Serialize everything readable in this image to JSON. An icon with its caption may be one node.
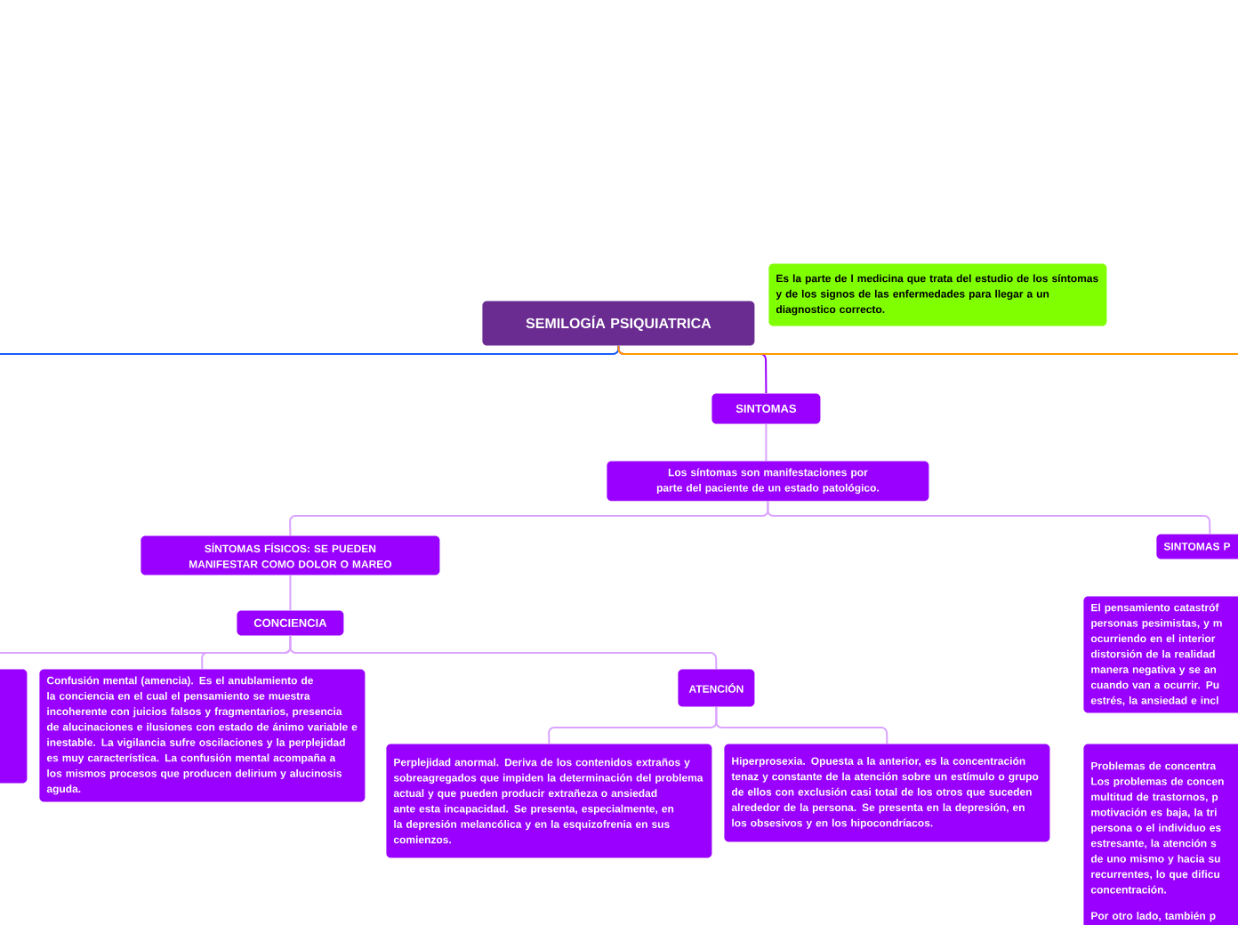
{
  "diagram": {
    "nodes": [
      {
        "text": [
          "SEMILOGÍA PSIQUIATRICA"
        ]
      },
      {
        "text": [
          "Es la parte de l medicina que trata del estudio de los síntomas y de los signos de las enfermedades para llegar a un diagnostico correcto."
        ]
      },
      {
        "text": [
          "SINTOMAS"
        ]
      },
      {
        "text": [
          "Los síntomas son manifestaciones por parte del paciente de un estado patológico."
        ]
      },
      {
        "text": [
          "SÍNTOMAS FÍSICOS: SE PUEDEN MANIFESTAR COMO DOLOR O MAREO"
        ]
      },
      {
        "text": [
          "SINTOMAS P"
        ]
      },
      {
        "text": [
          "CONCIENCIA"
        ]
      },
      {
        "text": [],
        "shape": "box"
      },
      {
        "text": [
          "Confusión mental (amencia). Es el anublamiento de la conciencia en el cual el pensamiento se muestra incoherente con juicios falsos y fragmentarios, presencia de alucinaciones e ilusiones con estado de ánimo variable e inestable. La vigilancia sufre oscilaciones y la perplejidad es muy característica. La confusión mental acompaña a los mismos procesos que producen delirium y alucinosis aguda."
        ]
      },
      {
        "text": [
          "ATENCIÓN"
        ]
      },
      {
        "text": [
          "Perplejidad anormal. Deriva de los contenidos extraños y sobreagregados que impiden la determinación del problema actual y que pueden producir extrañeza o ansiedad ante esta incapacidad. Se presenta, especialmente, en la depresión melancólica y en la esquizofrenia en sus comienzos."
        ]
      },
      {
        "text": [
          "Hiperprosexia. Opuesta a la anterior, es la concentración tenaz y constante de la atención sobre un estímulo o grupo de ellos con exclusión casi total de los otros que suceden alrededor de la persona. Se presenta en la depresión, en los obsesivos y en los hipocondríacos."
        ]
      },
      {
        "text": [
          "El pensamiento catastróf personas pesimistas, y m ocurriendo en el interior distorsión de la realidad manera negativa y se an cuando van a ocurrir. Pu estrés, la ansiedad e incl"
        ]
      },
      {
        "text": [
          "Problemas de concentra Los problemas de concen multitud de trastornos, p motivación es baja, la tri persona o el individuo es estresante, la atención s de uno mismo y hacia su recurrentes, lo que dificu concentración.",
          "Por otro lado, también p"
        ]
      }
    ],
    "edges": [
      {
        "from": 0,
        "to": 2,
        "arrow": "none",
        "color": "#9900ff"
      },
      {
        "from": 0,
        "to": null,
        "arrow": "none",
        "color": "#1a5cff"
      },
      {
        "from": 0,
        "to": null,
        "arrow": "none",
        "color": "#ff9900"
      },
      {
        "from": 2,
        "to": 3,
        "arrow": "none"
      },
      {
        "from": 3,
        "to": 4,
        "arrow": "none"
      },
      {
        "from": 3,
        "to": 5,
        "arrow": "none"
      },
      {
        "from": 4,
        "to": 6,
        "arrow": "none"
      },
      {
        "from": 6,
        "to": 7,
        "arrow": "none"
      },
      {
        "from": 6,
        "to": 8,
        "arrow": "none"
      },
      {
        "from": 6,
        "to": 9,
        "arrow": "none"
      },
      {
        "from": 9,
        "to": 10,
        "arrow": "none"
      },
      {
        "from": 9,
        "to": 11,
        "arrow": "none"
      }
    ]
  }
}
